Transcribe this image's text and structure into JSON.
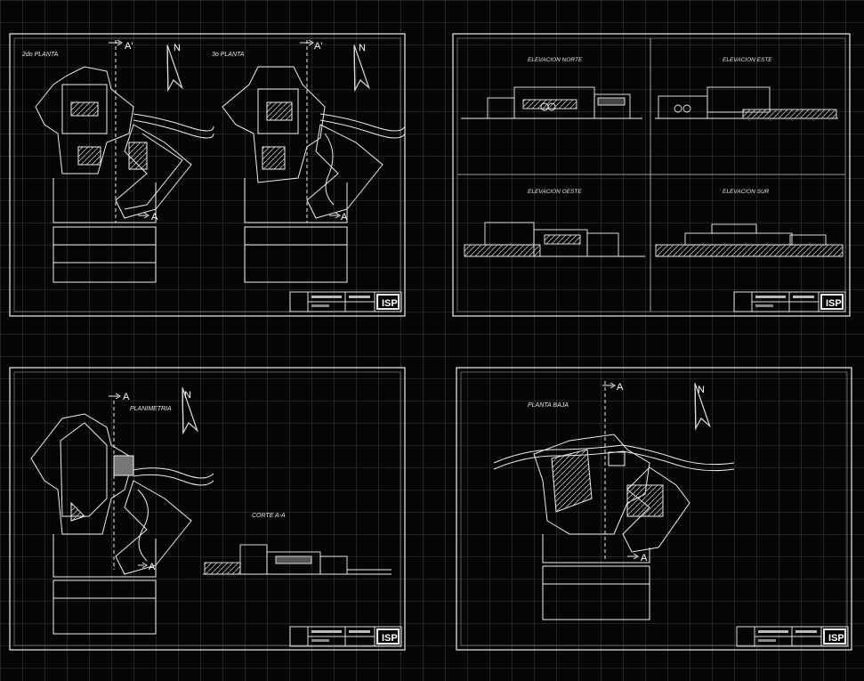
{
  "sheets": [
    {
      "id": "sheet-1",
      "labels": [
        "2do PLANTA",
        "3o PLANTA"
      ],
      "section_marks": [
        "A'",
        "A'",
        "A",
        "A"
      ],
      "north": [
        "N",
        "N"
      ]
    },
    {
      "id": "sheet-2",
      "labels": [
        "ELEVACION NORTE",
        "ELEVACION ESTE",
        "ELEVACION OESTE",
        "ELEVACION SUR"
      ]
    },
    {
      "id": "sheet-3",
      "labels": [
        "PLANIMETRIA",
        "CORTE A-A"
      ],
      "section_marks": [
        "A",
        "A"
      ],
      "north": [
        "N"
      ]
    },
    {
      "id": "sheet-4",
      "labels": [
        "PLANTA BAJA"
      ],
      "section_marks": [
        "A",
        "A"
      ],
      "north": [
        "N"
      ]
    }
  ],
  "colors": {
    "background": "#050505",
    "grid": "#5a5a5a",
    "lines": "#f0f0f0"
  }
}
